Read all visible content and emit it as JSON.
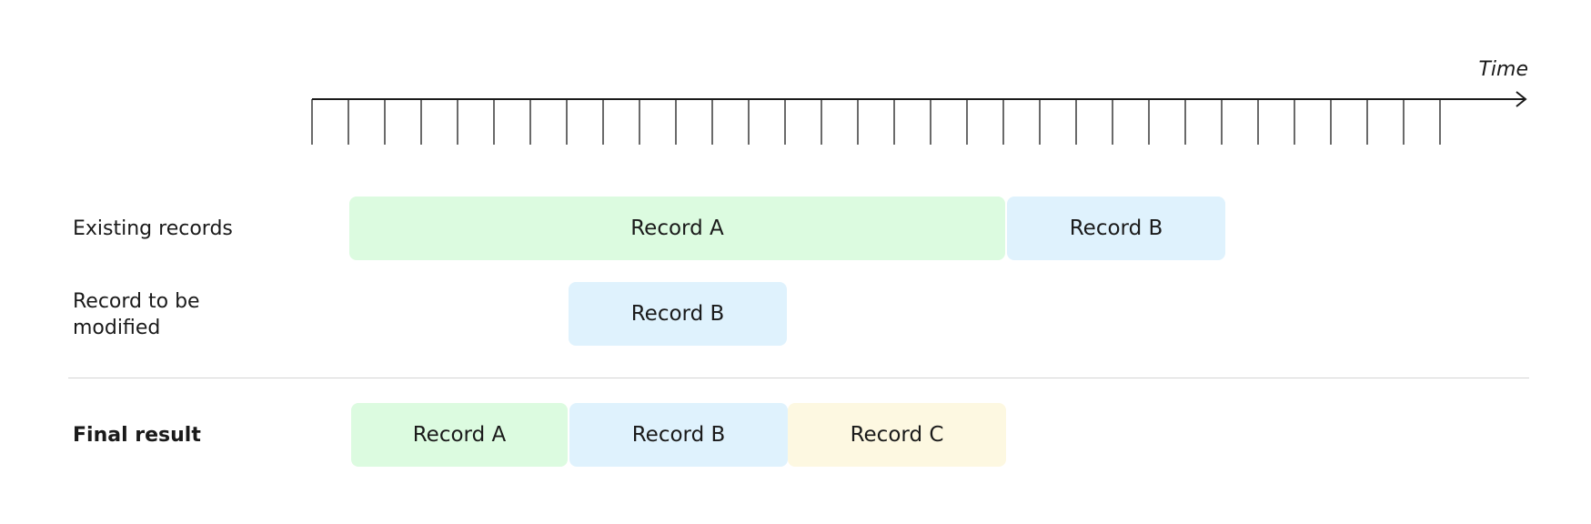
{
  "axis": {
    "label": "Time",
    "tick_count": 32
  },
  "rows": {
    "existing": {
      "label": "Existing records"
    },
    "modified": {
      "label": "Record to be modified"
    },
    "final": {
      "label": "Final result"
    }
  },
  "records": {
    "existing_a": {
      "label": "Record A",
      "color": "#dcfbe0"
    },
    "existing_b": {
      "label": "Record B",
      "color": "#dff2fd"
    },
    "modified_b": {
      "label": "Record B",
      "color": "#dff2fd"
    },
    "final_a": {
      "label": "Record A",
      "color": "#dcfbe0"
    },
    "final_b": {
      "label": "Record B",
      "color": "#dff2fd"
    },
    "final_c": {
      "label": "Record C",
      "color": "#fdf8e1"
    }
  }
}
